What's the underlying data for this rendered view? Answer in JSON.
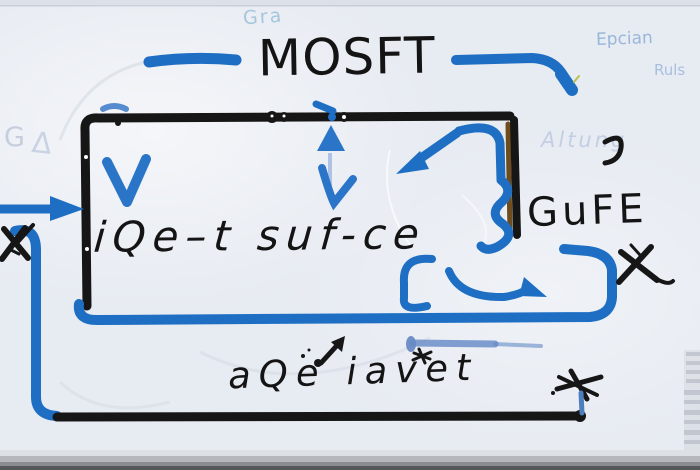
{
  "board": {
    "title": "MOSFT",
    "box_label": "iQe–t suf-ce",
    "gate_label": "GuFE",
    "bottom_label": "aQe iavet",
    "faint_notes": {
      "top_center": "Gra",
      "top_right_line1": "Epcian",
      "top_right_line2": "Ruls",
      "left_letter": "G",
      "left_delta": "Δ",
      "right_watermark": "Altung"
    },
    "colors": {
      "marker_blue": "#1e6fc4",
      "marker_black": "#161616",
      "marker_brown": "#6e4c1c",
      "board_bg": "#e7ebf2"
    }
  }
}
